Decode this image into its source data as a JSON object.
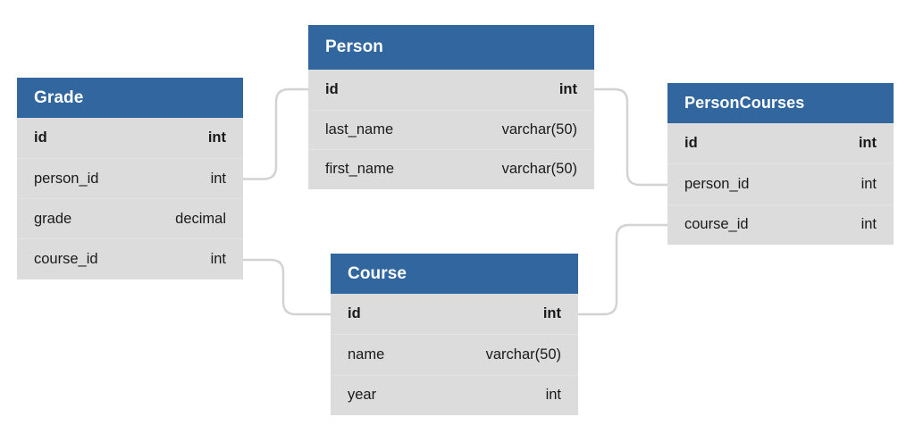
{
  "diagram": {
    "type": "entity-relationship-diagram",
    "background_color": "#ffffff",
    "header_color": "#31679e",
    "row_color": "#dcdcdc",
    "header_text_color": "#ffffff",
    "row_text_color": "#1a1a1a",
    "connector_color": "#d2d2d2"
  },
  "entities": [
    {
      "name": "Grade",
      "title": "Grade",
      "attributes": [
        {
          "name": "id",
          "type": "int",
          "primary_key": true
        },
        {
          "name": "person_id",
          "type": "int",
          "primary_key": false
        },
        {
          "name": "grade",
          "type": "decimal",
          "primary_key": false
        },
        {
          "name": "course_id",
          "type": "int",
          "primary_key": false
        }
      ]
    },
    {
      "name": "Person",
      "title": "Person",
      "attributes": [
        {
          "name": "id",
          "type": "int",
          "primary_key": true
        },
        {
          "name": "last_name",
          "type": "varchar(50)",
          "primary_key": false
        },
        {
          "name": "first_name",
          "type": "varchar(50)",
          "primary_key": false
        }
      ]
    },
    {
      "name": "PersonCourses",
      "title": "PersonCourses",
      "attributes": [
        {
          "name": "id",
          "type": "int",
          "primary_key": true
        },
        {
          "name": "person_id",
          "type": "int",
          "primary_key": false
        },
        {
          "name": "course_id",
          "type": "int",
          "primary_key": false
        }
      ]
    },
    {
      "name": "Course",
      "title": "Course",
      "attributes": [
        {
          "name": "id",
          "type": "int",
          "primary_key": true
        },
        {
          "name": "name",
          "type": "varchar(50)",
          "primary_key": false
        },
        {
          "name": "year",
          "type": "int",
          "primary_key": false
        }
      ]
    }
  ],
  "relationships": [
    {
      "from": "Grade.person_id",
      "to": "Person.id"
    },
    {
      "from": "Person.id",
      "to": "PersonCourses.person_id"
    },
    {
      "from": "Course.id",
      "to": "PersonCourses.course_id"
    },
    {
      "from": "Grade.course_id",
      "to": "Course.id"
    }
  ]
}
